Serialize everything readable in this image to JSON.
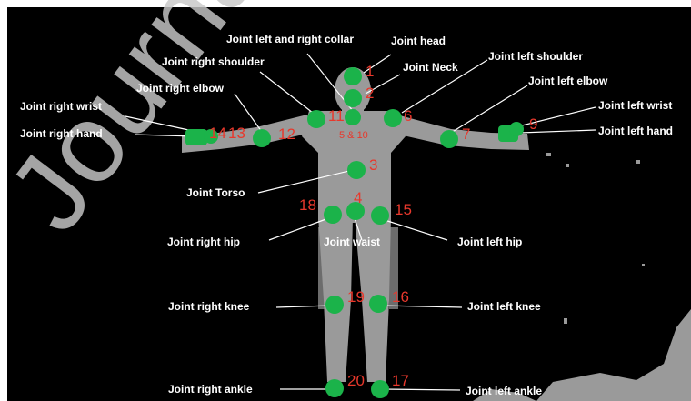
{
  "colors": {
    "background": "#000000",
    "silhouette": "#9a9a9a",
    "joint": "#1bb34a",
    "number": "#e8382c",
    "label": "#ffffff",
    "leader_line": "#ffffff",
    "watermark": "#c9c9c9"
  },
  "watermark_text": "Journal P",
  "labels": {
    "head": "Joint head",
    "neck": "Joint Neck",
    "collar": "Joint left and right collar",
    "right_shoulder": "Joint right shoulder",
    "left_shoulder": "Joint left shoulder",
    "right_elbow": "Joint right elbow",
    "left_elbow": "Joint left elbow",
    "right_wrist": "Joint right wrist",
    "left_wrist": "Joint left wrist",
    "right_hand": "Joint right hand",
    "left_hand": "Joint left hand",
    "torso": "Joint Torso",
    "right_hip": "Joint right hip",
    "waist": "Joint waist",
    "left_hip": "Joint left hip",
    "right_knee": "Joint right knee",
    "left_knee": "Joint left knee",
    "right_ankle": "Joint  right ankle",
    "left_ankle": "Joint left ankle"
  },
  "numbers": {
    "n1": "1",
    "n2": "2",
    "n3": "3",
    "n4": "4",
    "n5_10": "5 & 10",
    "n6": "6",
    "n7": "7",
    "n9": "9",
    "n11": "11",
    "n12": "12",
    "n13": "13",
    "n14": "14",
    "n15": "15",
    "n16": "16",
    "n17": "17",
    "n18": "18",
    "n19": "19",
    "n20": "20"
  }
}
